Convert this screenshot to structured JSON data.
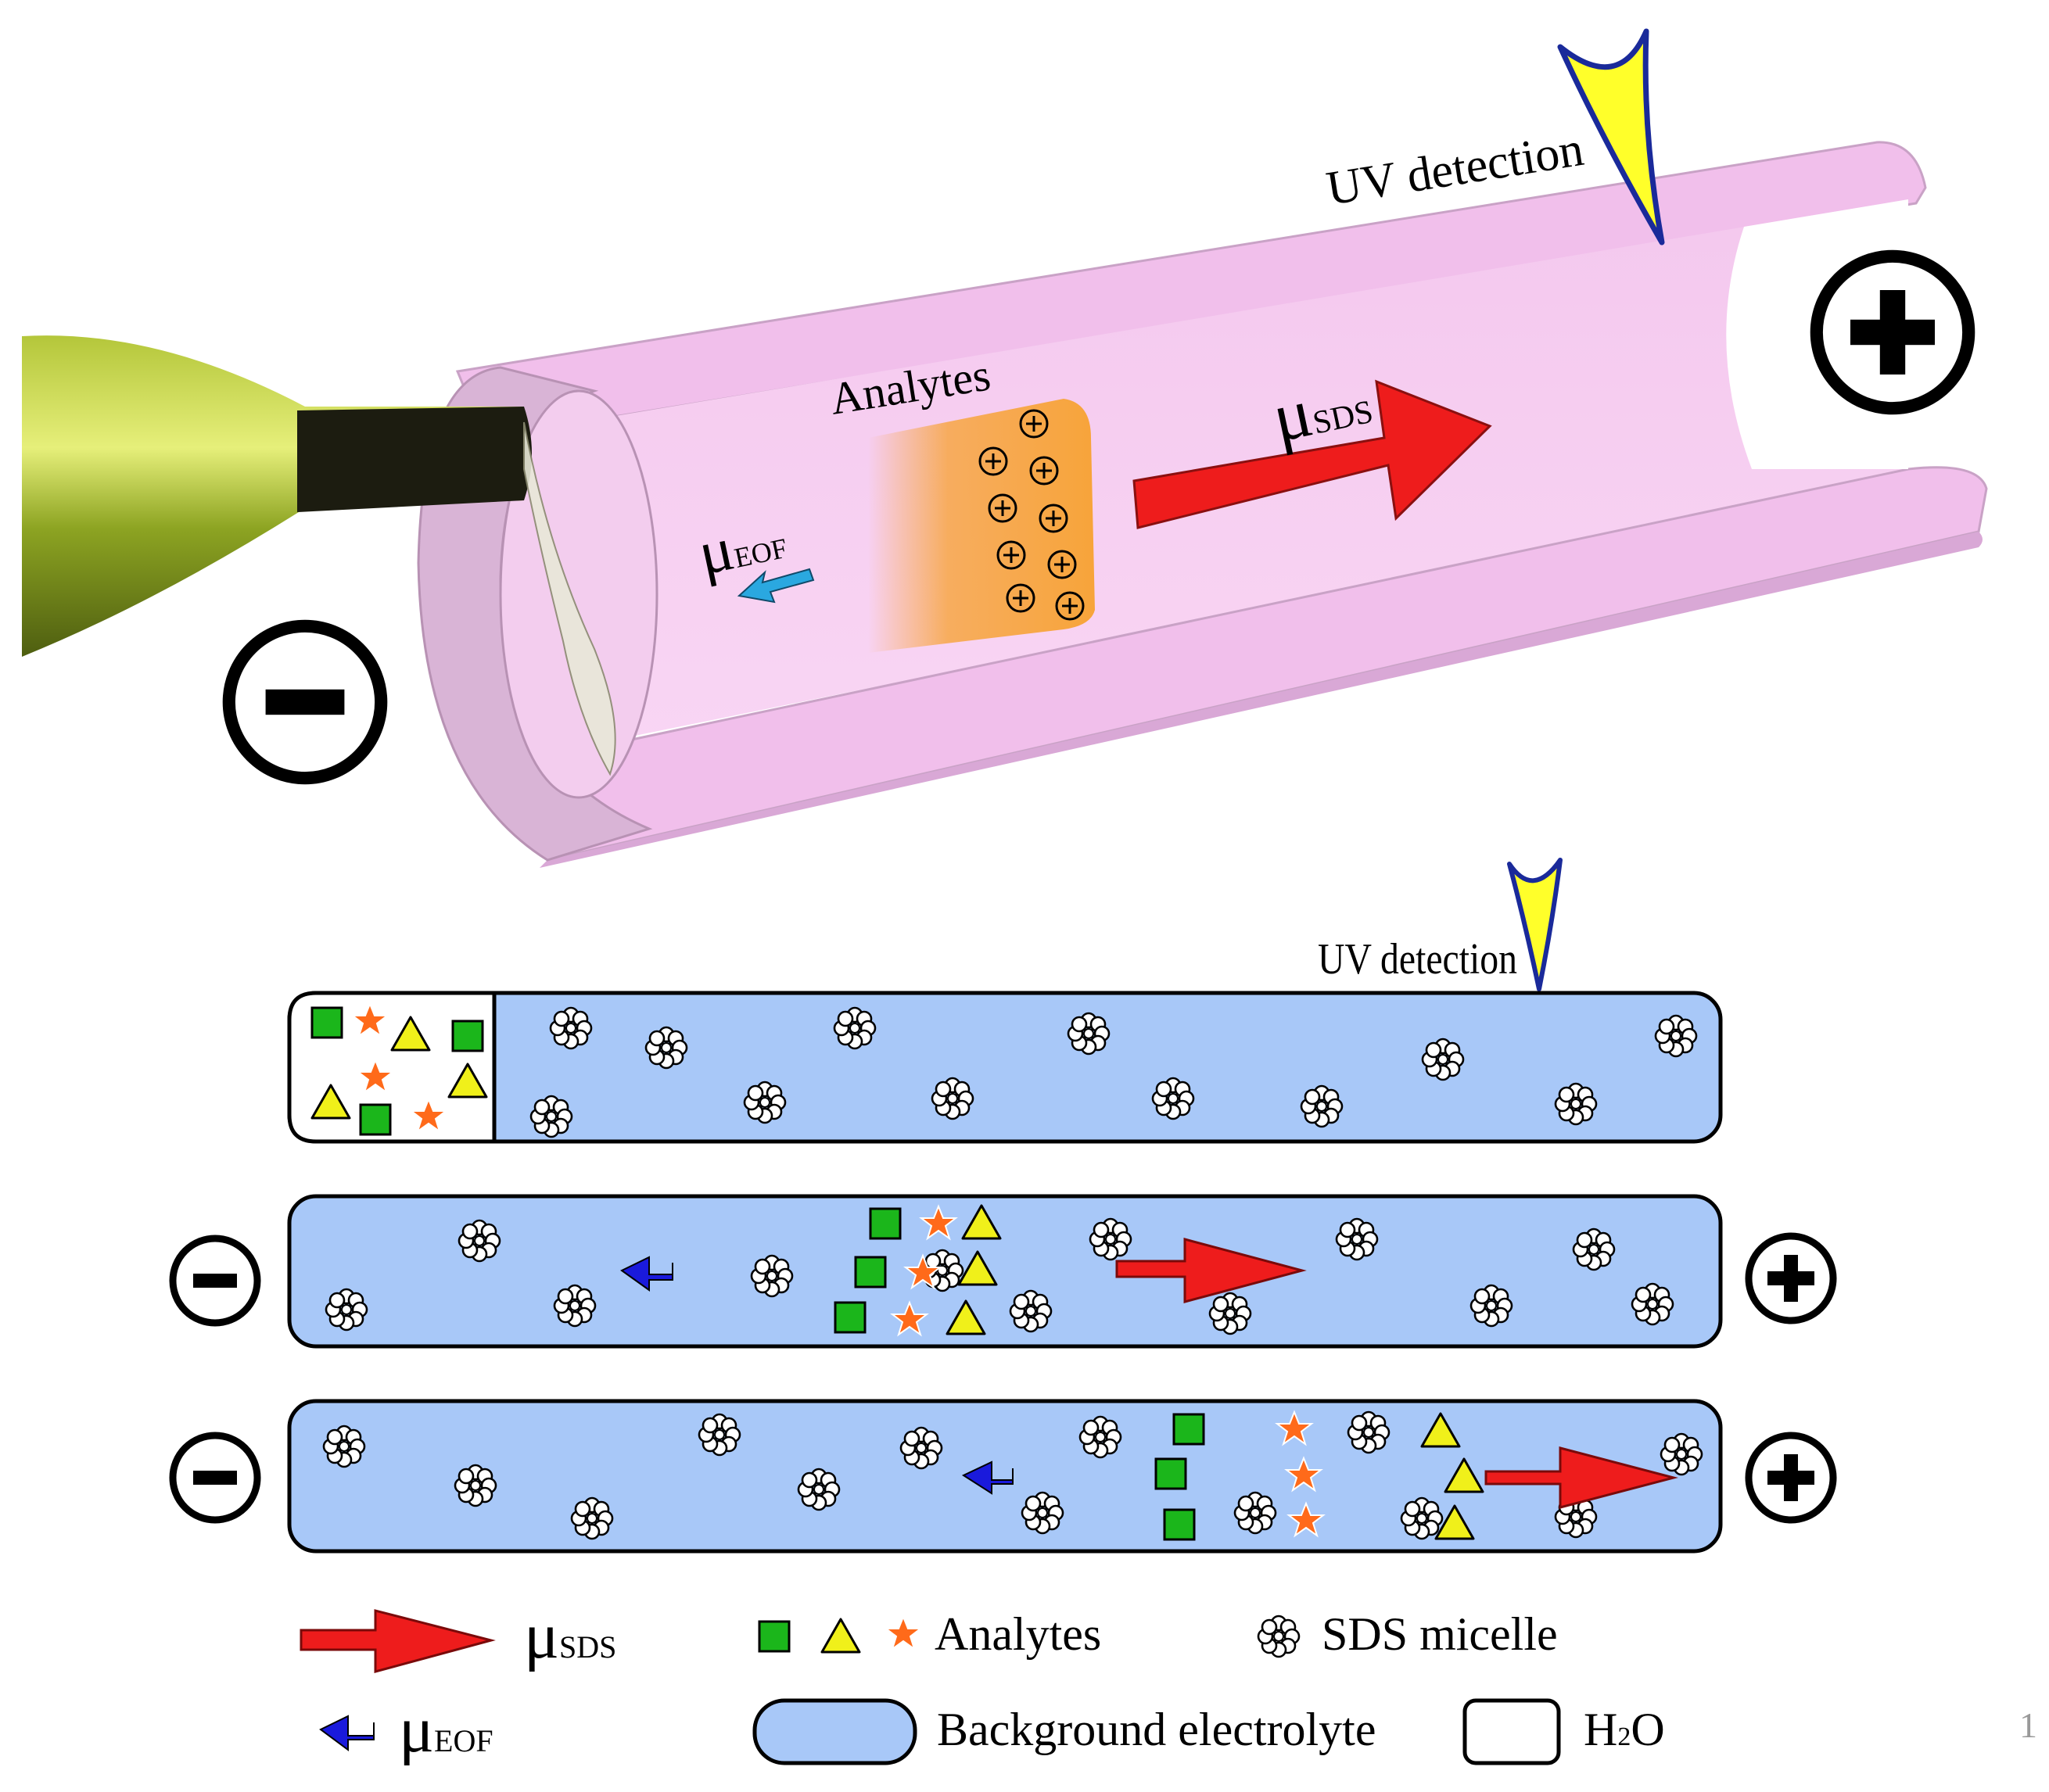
{
  "top_illustration": {
    "detector_label": "UV detection",
    "zone_label": "Analytes",
    "mu_sds": {
      "symbol": "μ",
      "sub": "SDS"
    },
    "mu_eof": {
      "symbol": "μ",
      "sub": "EOF"
    },
    "cathode": "minus-sign",
    "anode": "plus-sign"
  },
  "schematic": {
    "detector_label": "UV detection"
  },
  "legend": {
    "mu_sds": {
      "symbol": "μ",
      "sub": "SDS"
    },
    "mu_eof": {
      "symbol": "μ",
      "sub": "EOF"
    },
    "analytes_label": "Analytes",
    "micelle_label": "SDS micelle",
    "bge_label": "Background electrolyte",
    "water": {
      "main": "H",
      "sub": "2",
      "rest": "O"
    }
  },
  "page_number": "1",
  "colors": {
    "capillary_pink": "#f2c2ec",
    "capillary_rim": "#c9a2c6",
    "bge_blue": "#a8c8f8",
    "analyte_zone": "#f7a43a",
    "sds_arrow": "#ee1c1c",
    "eof_arrow": "#1a1adc",
    "eof_arrow_3d": "#2aa8e0",
    "square": "#1bb61b",
    "triangle": "#f0f01a",
    "star": "#ff6a1a",
    "detector_yellow": "#ffff2a",
    "detector_blue": "#1a2a9a"
  }
}
